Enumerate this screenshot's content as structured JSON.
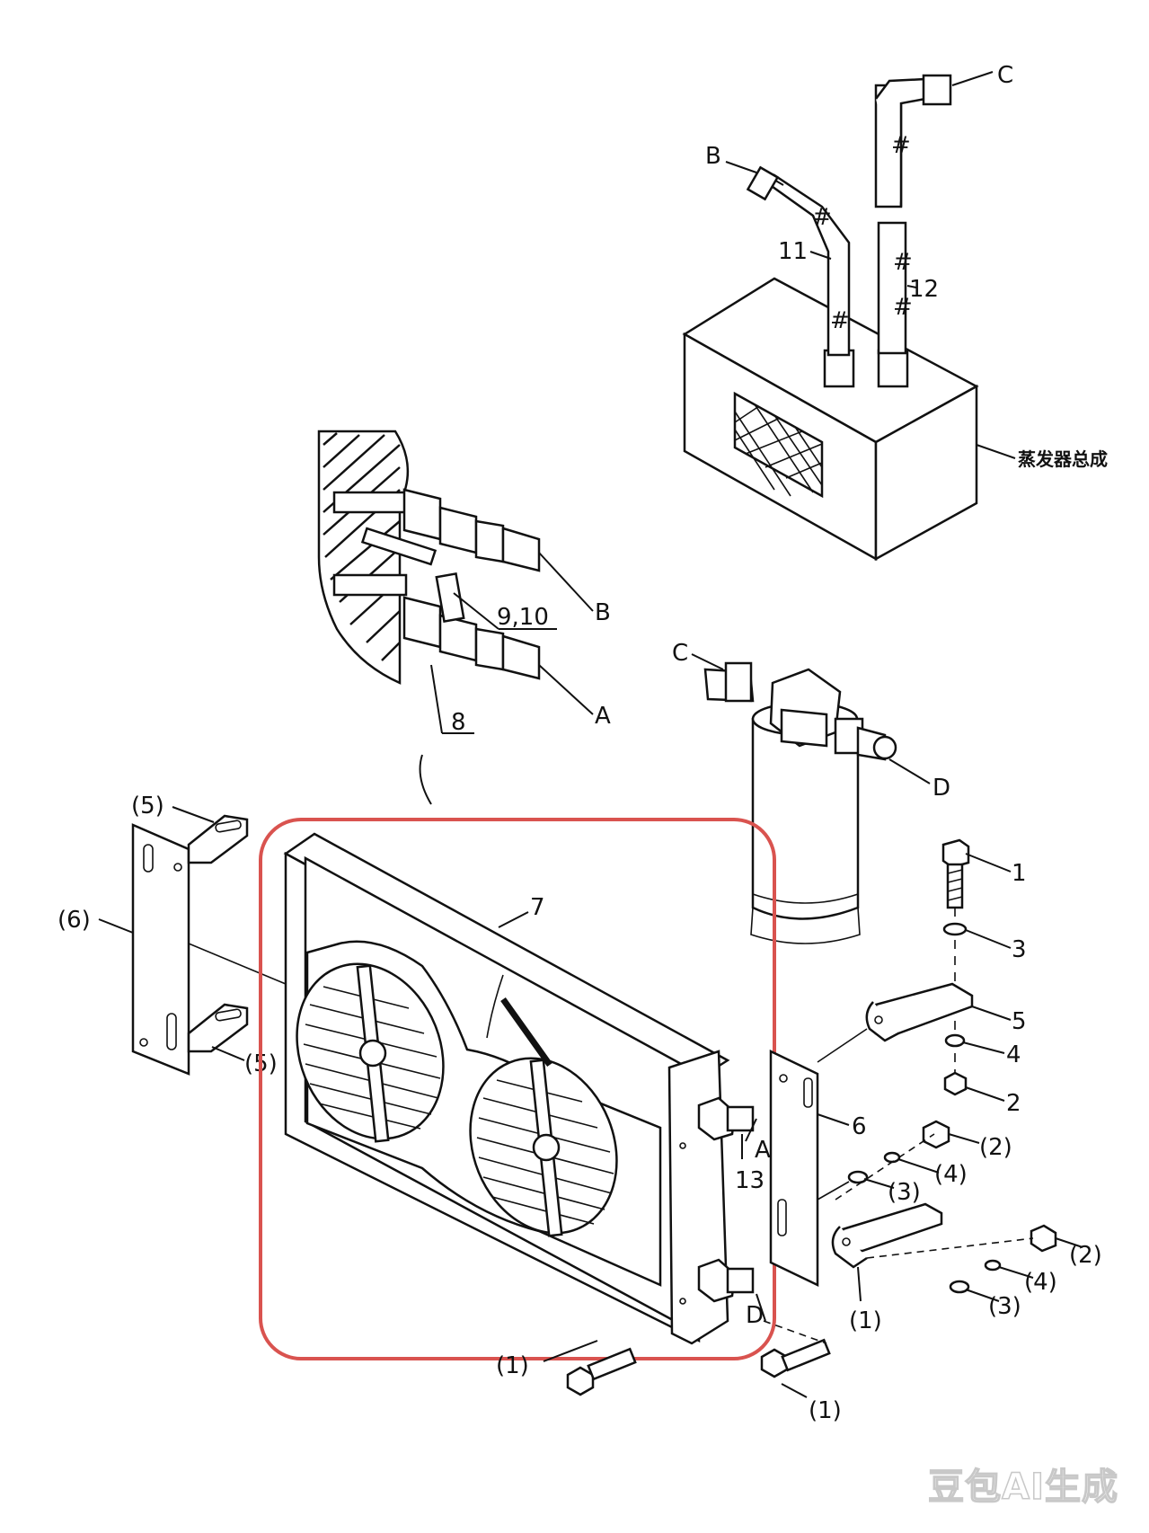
{
  "labels": {
    "c_top": "C",
    "b_top": "B",
    "n11": "11",
    "n12": "12",
    "evaporator": "蒸发器总成",
    "b_mid": "B",
    "n9_10": "9,10",
    "a_mid": "A",
    "n8": "8",
    "c_mid": "C",
    "d_mid": "D",
    "p5_left": "(5)",
    "p6_left": "(6)",
    "p5_left_low": "(5)",
    "n7": "7",
    "n1_right": "1",
    "n3_right": "3",
    "n5_right": "5",
    "n4_right": "4",
    "n2_right": "2",
    "n6_right": "6",
    "a_low": "A",
    "n13": "13",
    "p2_a": "(2)",
    "p4_a": "(4)",
    "p3_a": "(3)",
    "p2_b": "(2)",
    "p4_b": "(4)",
    "p1_mid": "(1)",
    "p3_b": "(3)",
    "d_low": "D",
    "p1_left": "(1)",
    "p1_bottom": "(1)"
  },
  "watermark": "豆包AI生成",
  "highlight_color": "#d9534f"
}
